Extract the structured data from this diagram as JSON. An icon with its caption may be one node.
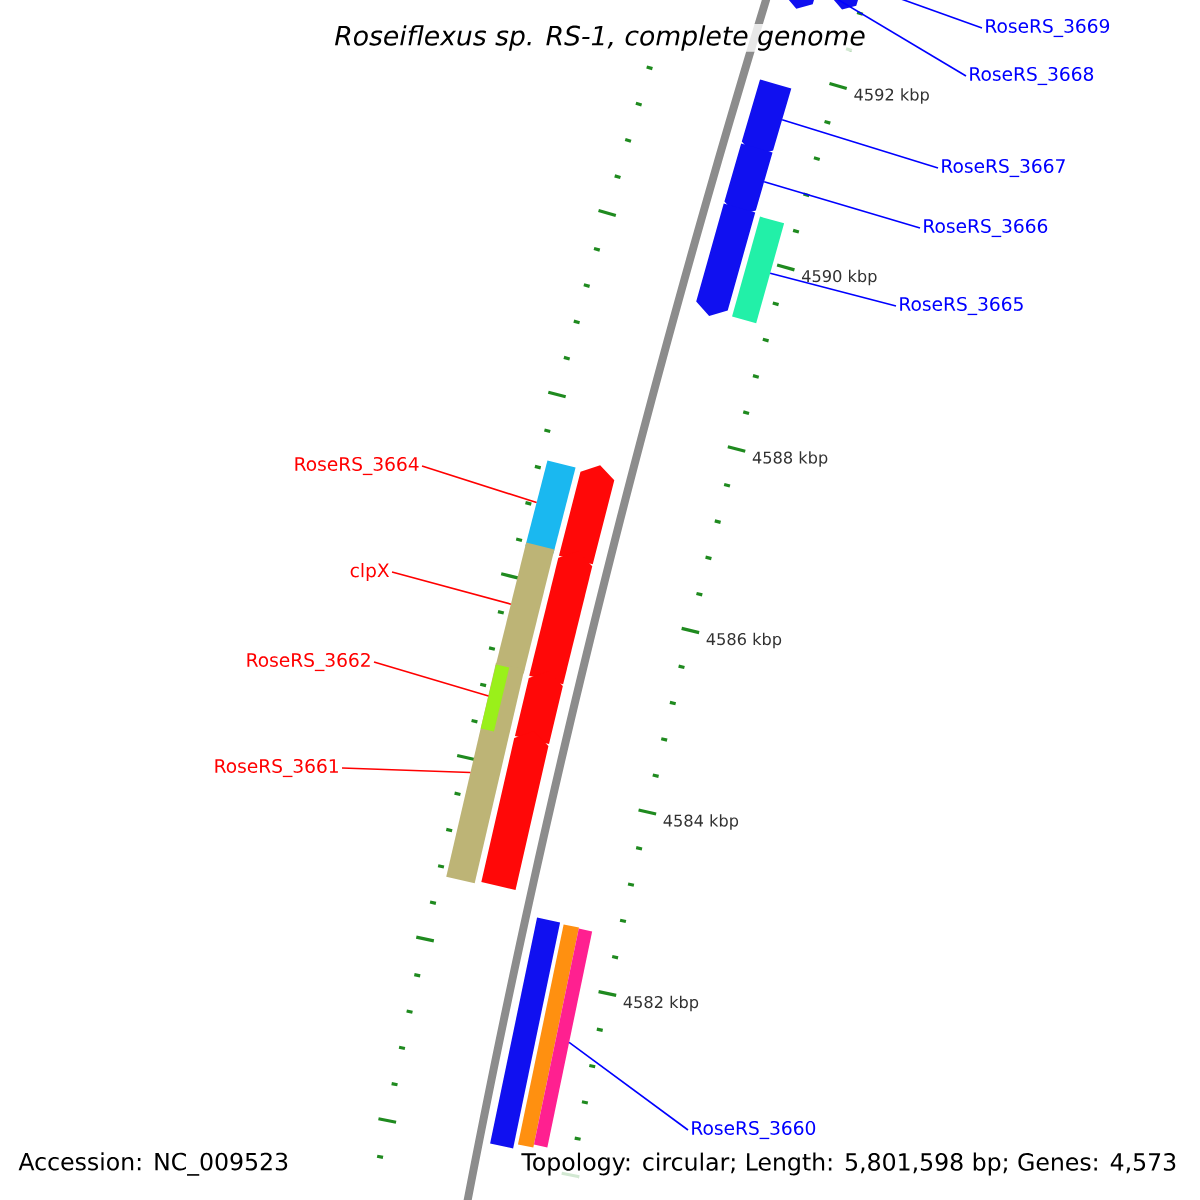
{
  "diagram": {
    "title": "Roseiflexus sp. RS-1, complete genome",
    "nodes": [
      {
        "text": [
          "RoseRS_3669"
        ]
      },
      {
        "text": [
          "RoseRS_3668"
        ]
      },
      {
        "text": [
          "RoseRS_3667"
        ]
      },
      {
        "text": [
          "RoseRS_3666"
        ]
      },
      {
        "text": [
          "RoseRS_3665"
        ]
      },
      {
        "text": [
          "RoseRS_3664"
        ]
      },
      {
        "text": [
          "clpX"
        ]
      },
      {
        "text": [
          "RoseRS_3662"
        ]
      },
      {
        "text": [
          "RoseRS_3661"
        ]
      },
      {
        "text": [
          "RoseRS_3660"
        ]
      },
      {
        "text": [],
        "shape": "pentagon"
      },
      {
        "text": [],
        "shape": "pentagon"
      },
      {
        "text": [],
        "shape": "pentagon"
      },
      {
        "text": [],
        "shape": "pentagon"
      },
      {
        "text": [],
        "shape": "pentagon"
      },
      {
        "text": [],
        "shape": "bar"
      },
      {
        "text": [],
        "shape": "bar"
      },
      {
        "text": [],
        "shape": "pentagon"
      },
      {
        "text": [],
        "shape": "bar"
      },
      {
        "text": [],
        "shape": "pentagon"
      },
      {
        "text": [],
        "shape": "bar"
      },
      {
        "text": [],
        "shape": "bar",
        "in": 20
      },
      {
        "text": [],
        "shape": "pentagon"
      },
      {
        "text": [],
        "shape": "pentagon"
      },
      {
        "text": [],
        "shape": "bar"
      },
      {
        "text": [],
        "shape": "bar"
      },
      {
        "text": [],
        "shape": "bar"
      }
    ],
    "edges": [
      {
        "from": 0,
        "to": 11,
        "arrow": "none"
      },
      {
        "from": 1,
        "to": 10,
        "arrow": "none"
      },
      {
        "from": 2,
        "to": 12,
        "arrow": "none"
      },
      {
        "from": 3,
        "to": 13,
        "arrow": "none"
      },
      {
        "from": 4,
        "to": 15,
        "arrow": "none"
      },
      {
        "from": 5,
        "to": 16,
        "arrow": "none",
        "color": "#ff0000"
      },
      {
        "from": 6,
        "to": 18,
        "arrow": "none",
        "color": "#ff0000"
      },
      {
        "from": 7,
        "to": 21,
        "arrow": "none",
        "color": "#ff0000"
      },
      {
        "from": 8,
        "to": 20,
        "arrow": "none",
        "color": "#ff0000"
      },
      {
        "from": 9,
        "to": 26,
        "arrow": "none"
      }
    ],
    "labels": [
      "4592 kbp",
      "4590 kbp",
      "4588 kbp",
      "4586 kbp",
      "4584 kbp",
      "4582 kbp",
      "Accession: NC_009523",
      "Topology: circular; Length: 5,801,598 bp; Genes: 4,573"
    ]
  }
}
